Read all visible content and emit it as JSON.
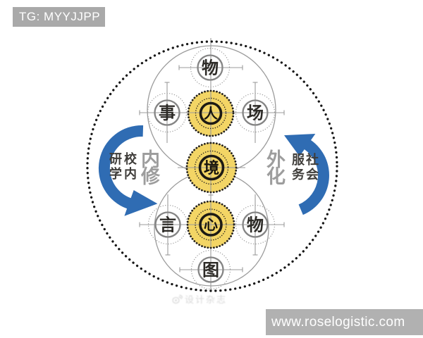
{
  "header": {
    "tag_label": "TG: MYYJJPP"
  },
  "footer": {
    "url": "www.roselogistic.com"
  },
  "watermark": {
    "text": "设计杂志"
  },
  "colors": {
    "banner_gray": "#a9a9a9",
    "footer_gray": "#b1b1b1",
    "arrow_blue": "#2f6cb3",
    "node_yellow": "#f3d565",
    "ring_dark": "#1d1a14",
    "line_gray": "#9b9b9b",
    "ink": "#2d2b27",
    "muted_label_gray": "#9d9d9d"
  },
  "diagram": {
    "outer_boundary": "dotted-circle",
    "top_cluster": {
      "top": "物",
      "left": "事",
      "center": "人",
      "right": "场"
    },
    "core": "境",
    "bottom_cluster": {
      "left": "言",
      "center": "心",
      "right": "物",
      "bottom": "图"
    },
    "left_flow": {
      "title": "内修",
      "line1": "研学",
      "line2": "校内",
      "direction": "downward"
    },
    "right_flow": {
      "title": "外化",
      "line1": "服务",
      "line2": "社会",
      "direction": "upward"
    }
  }
}
